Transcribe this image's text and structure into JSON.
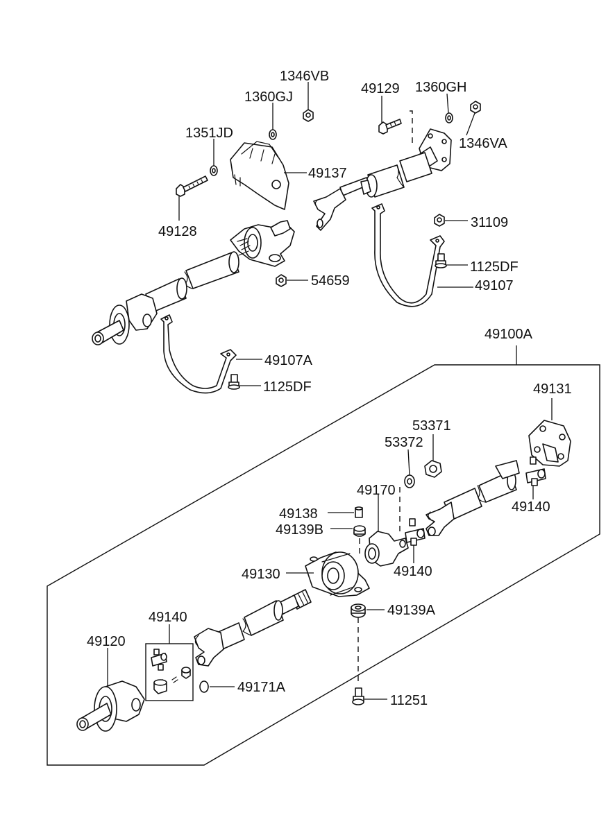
{
  "labels": {
    "p1346VB": "1346VB",
    "p1360GJ": "1360GJ",
    "p1351JD": "1351JD",
    "p49137": "49137",
    "p49128": "49128",
    "p49129": "49129",
    "p1360GH": "1360GH",
    "p1346VA": "1346VA",
    "p31109": "31109",
    "p1125DF_a": "1125DF",
    "p49107": "49107",
    "p54659": "54659",
    "p49107A": "49107A",
    "p1125DF_b": "1125DF",
    "p49100A": "49100A",
    "p49131": "49131",
    "p53371": "53371",
    "p53372": "53372",
    "p49170": "49170",
    "p49140_a": "49140",
    "p49138": "49138",
    "p49139B": "49139B",
    "p49140_b": "49140",
    "p49130": "49130",
    "p49139A": "49139A",
    "p49140_c": "49140",
    "p49120": "49120",
    "p49171A": "49171A",
    "p11251": "11251"
  }
}
